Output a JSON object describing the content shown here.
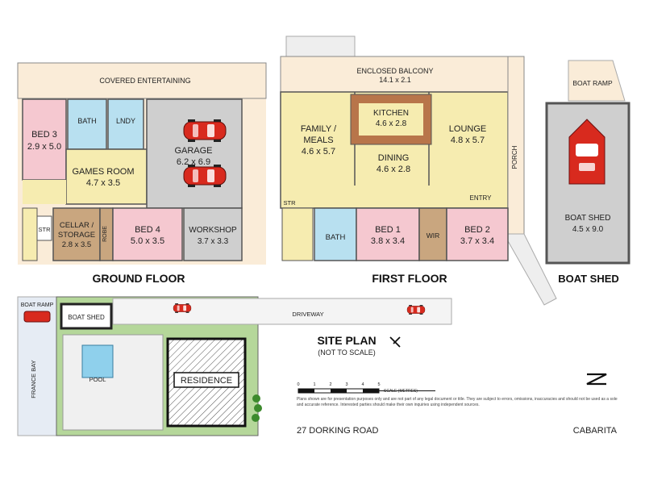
{
  "ground_floor": {
    "title": "GROUND FLOOR",
    "covered_entertaining": "COVERED ENTERTAINING",
    "bed3": {
      "name": "BED 3",
      "size": "2.9 x 5.0"
    },
    "bath": "BATH",
    "lndy": "LNDY",
    "garage": {
      "name": "GARAGE",
      "size": "6.2 x 6.9"
    },
    "games_room": {
      "name": "GAMES ROOM",
      "size": "4.7 x 3.5"
    },
    "str": "STR",
    "cellar": {
      "name": "CELLAR /",
      "name2": "STORAGE",
      "size": "2.8 x 3.5"
    },
    "robe": "ROBE",
    "bed4": {
      "name": "BED 4",
      "size": "5.0 x 3.5"
    },
    "workshop": {
      "name": "WORKSHOP",
      "size": "3.7 x 3.3"
    }
  },
  "first_floor": {
    "title": "FIRST FLOOR",
    "balcony": {
      "name": "ENCLOSED BALCONY",
      "size": "14.1 x 2.1"
    },
    "kitchen": {
      "name": "KITCHEN",
      "size": "4.6 x 2.8"
    },
    "family": {
      "name": "FAMILY /",
      "name2": "MEALS",
      "size": "4.6 x 5.7"
    },
    "lounge": {
      "name": "LOUNGE",
      "size": "4.8 x 5.7"
    },
    "dining": {
      "name": "DINING",
      "size": "4.6 x 2.8"
    },
    "porch": "PORCH",
    "entry": "ENTRY",
    "str": "STR",
    "bath": "BATH",
    "bed1": {
      "name": "BED 1",
      "size": "3.8 x 3.4"
    },
    "wir": "WIR",
    "bed2": {
      "name": "BED 2",
      "size": "3.7 x 3.4"
    }
  },
  "boat_shed": {
    "title": "BOAT SHED",
    "ramp": "BOAT RAMP",
    "name": "BOAT SHED",
    "size": "4.5 x 9.0"
  },
  "site_plan": {
    "title": "SITE PLAN",
    "subtitle": "(NOT TO SCALE)",
    "boat_ramp": "BOAT RAMP",
    "boat_shed": "BOAT SHED",
    "driveway": "DRIVEWAY",
    "france_bay": "FRANCE BAY",
    "pool": "POOL",
    "residence": "RESIDENCE"
  },
  "scale_bar": {
    "ticks": [
      "0",
      "1",
      "2",
      "3",
      "4",
      "5"
    ],
    "label": "SCALE (METRES)"
  },
  "disclaimer": "Plans shown are for presentation purposes only and are not part of any legal document or title. They are subject to errors, omissions, inaccuracies and should not be used as a sole and accurate reference. Interested parties should make their own inquiries using independent sources.",
  "address": "27 DORKING ROAD",
  "suburb": "CABARITA",
  "colors": {
    "bedroom": "#f5c8d0",
    "wet": "#b8e0f0",
    "living": "#f6ecb0",
    "outdoor": "#faecd8",
    "garage": "#cfcfcf",
    "storage": "#c9a67f",
    "grass": "#b5d79a",
    "car": "#d82a1e"
  }
}
